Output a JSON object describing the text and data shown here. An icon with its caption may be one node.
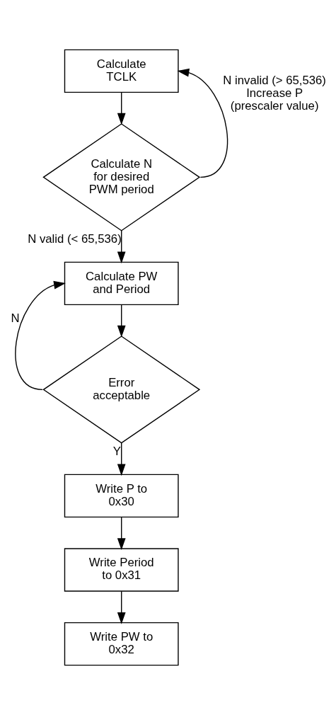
{
  "diagram": {
    "nodes": [
      {
        "text": [
          "Calculate TCLK"
        ]
      },
      {
        "text": [
          "Calculate N for desired PWM period"
        ]
      },
      {
        "text": [
          "Calculate PW and Period"
        ]
      },
      {
        "text": [
          "Error acceptable"
        ]
      },
      {
        "text": [
          "Write P to 0x30"
        ]
      },
      {
        "text": [
          "Write Period to 0x31"
        ]
      },
      {
        "text": [
          "Write PW to 0x32"
        ]
      }
    ],
    "edges": [
      {
        "from": 0,
        "to": 1,
        "arrow": "to"
      },
      {
        "from": 1,
        "to": 0,
        "arrow": "to",
        "label": "N invalid (> 65,536) Increase P (prescaler value)"
      },
      {
        "from": 1,
        "to": 2,
        "arrow": "to",
        "label": "N valid (< 65,536)"
      },
      {
        "from": 2,
        "to": 3,
        "arrow": "to"
      },
      {
        "from": 3,
        "to": 2,
        "arrow": "to",
        "label": "N"
      },
      {
        "from": 3,
        "to": 4,
        "arrow": "to",
        "label": "Y"
      },
      {
        "from": 4,
        "to": 5,
        "arrow": "to"
      },
      {
        "from": 5,
        "to": 6,
        "arrow": "to"
      }
    ]
  }
}
